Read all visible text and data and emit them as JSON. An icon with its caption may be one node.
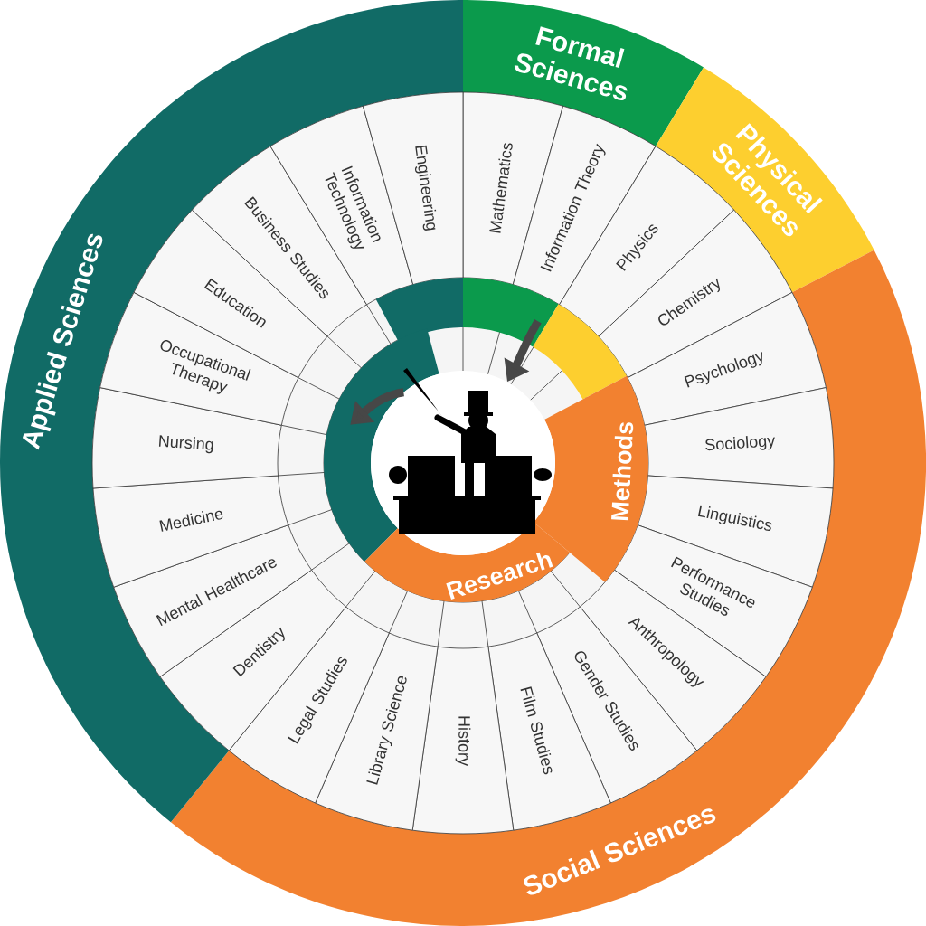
{
  "diagram": {
    "nodes": [
      {
        "text": [
          "Formal Sciences"
        ]
      },
      {
        "text": [
          "Physical Sciences"
        ]
      },
      {
        "text": [
          "Social Sciences"
        ]
      },
      {
        "text": [
          "Applied Sciences"
        ]
      },
      {
        "text": [
          "Mathematics"
        ]
      },
      {
        "text": [
          "Information Theory"
        ]
      },
      {
        "text": [
          "Physics"
        ]
      },
      {
        "text": [
          "Chemistry"
        ]
      },
      {
        "text": [
          "Psychology"
        ]
      },
      {
        "text": [
          "Sociology"
        ]
      },
      {
        "text": [
          "Linguistics"
        ]
      },
      {
        "text": [
          "Performance Studies"
        ]
      },
      {
        "text": [
          "Anthropology"
        ]
      },
      {
        "text": [
          "Gender Studies"
        ]
      },
      {
        "text": [
          "Film Studies"
        ]
      },
      {
        "text": [
          "History"
        ]
      },
      {
        "text": [
          "Library Science"
        ]
      },
      {
        "text": [
          "Legal Studies"
        ]
      },
      {
        "text": [
          "Dentistry"
        ]
      },
      {
        "text": [
          "Mental Healthcare"
        ]
      },
      {
        "text": [
          "Medicine"
        ]
      },
      {
        "text": [
          "Nursing"
        ]
      },
      {
        "text": [
          "Occupational Therapy"
        ]
      },
      {
        "text": [
          "Education"
        ]
      },
      {
        "text": [
          "Business Studies"
        ]
      },
      {
        "text": [
          "Information Technology"
        ]
      },
      {
        "text": [
          "Engineering"
        ]
      },
      {
        "text": [
          "Methods"
        ]
      },
      {
        "text": [
          "Research"
        ]
      },
      {
        "text": [],
        "shape": "band"
      },
      {
        "text": [],
        "shape": "band"
      },
      {
        "text": [],
        "shape": "band"
      },
      {
        "text": [],
        "shape": "picture"
      }
    ],
    "edges": [
      {
        "from": 30,
        "to": 32,
        "arrow": "to"
      },
      {
        "from": 32,
        "to": 29,
        "arrow": "to"
      }
    ]
  }
}
